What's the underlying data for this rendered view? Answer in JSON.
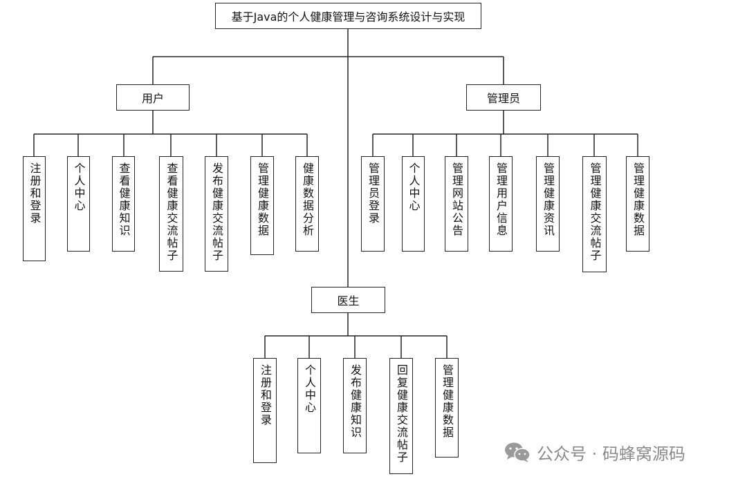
{
  "diagram": {
    "root": "基于Java的个人健康管理与咨询系统设计与实现",
    "user": {
      "label": "用户",
      "children": [
        "注册和登录",
        "个人中心",
        "查看健康知识",
        "查看健康交流帖子",
        "发布健康交流帖子",
        "管理健康数据",
        "健康数据分析"
      ]
    },
    "admin": {
      "label": "管理员",
      "children": [
        "管理员登录",
        "个人中心",
        "管理网站公告",
        "管理用户信息",
        "管理健康资讯",
        "管理健康交流帖子",
        "管理健康数据"
      ]
    },
    "doctor": {
      "label": "医生",
      "children": [
        "注册和登录",
        "个人中心",
        "发布健康知识",
        "回复健康交流帖子",
        "管理健康数据"
      ]
    }
  },
  "watermark": {
    "text": "公众号 · 码蜂窝源码",
    "icon": "wechat-icon"
  },
  "colors": {
    "line": "#222222",
    "watermark": "#8a8a8a"
  }
}
